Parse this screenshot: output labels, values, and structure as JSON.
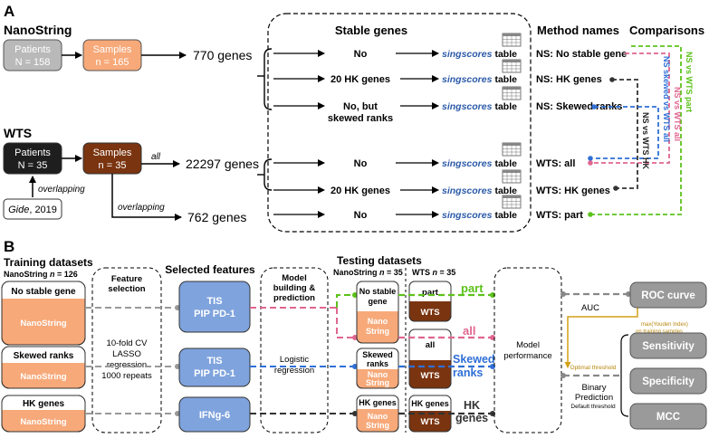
{
  "panel_a": {
    "label": "A",
    "nanostring": {
      "title": "NanoString",
      "patients_line1": "Patients",
      "patients_line2": "N = 158",
      "samples_line1": "Samples",
      "samples_line2": "n = 165",
      "genes": "770 genes"
    },
    "wts": {
      "title": "WTS",
      "patients_line1": "Patients",
      "patients_line2": "N = 35",
      "samples_line1": "Samples",
      "samples_line2": "n = 35",
      "all_label": "all",
      "genes_all": "22297 genes",
      "overlapping_label": "overlapping",
      "genes_overlap": "762 genes",
      "overlapping_label_2": "overlapping",
      "gide_name": "Gide",
      "gide_year": ", 2019"
    },
    "stable_genes": {
      "title": "Stable genes",
      "options": [
        "No",
        "20 HK genes",
        "No, but",
        "skewed ranks",
        "No",
        "20 HK genes",
        "No"
      ],
      "singscores": "singscores",
      "table": "table"
    },
    "method_names": {
      "title": "Method names",
      "items": [
        "NS: No stable gene",
        "NS: HK genes",
        "NS: Skewed ranks",
        "WTS: all",
        "WTS: HK genes",
        "WTS: part"
      ]
    },
    "comparisons": {
      "title": "Comparisons",
      "items": [
        "NS vs WTS HK",
        "NS skewed vs WTS all",
        "NS vs WTS all",
        "NS vs WTS part"
      ],
      "colors": [
        "#222222",
        "#2f6fd6",
        "#e0668f",
        "#5cc21a"
      ]
    }
  },
  "panel_b": {
    "label": "B",
    "training": {
      "title": "Training datasets",
      "subtitle_prefix": "NanoString ",
      "subtitle_n": "n",
      "subtitle_value": " = 126",
      "boxes": [
        {
          "name": "No stable gene",
          "sub": "NanoString"
        },
        {
          "name": "Skewed ranks",
          "sub": "NanoString"
        },
        {
          "name": "HK genes",
          "sub": "NanoString"
        }
      ]
    },
    "feature_selection": {
      "title_line1": "Feature",
      "title_line2": "selection",
      "desc_line1": "10-fold CV",
      "desc_line2": "LASSO",
      "desc_line3": "regression",
      "desc_line4": "1000 repeats"
    },
    "selected_features": {
      "title": "Selected features",
      "items": [
        {
          "line1": "TIS",
          "line2": "PIP PD-1"
        },
        {
          "line1": "TIS",
          "line2": "PIP PD-1"
        },
        {
          "line1": "IFNg-6",
          "line2": ""
        }
      ]
    },
    "model": {
      "title_line1": "Model",
      "title_line2": "building &",
      "title_line3": "prediction",
      "desc_line1": "Logistic",
      "desc_line2": "regression"
    },
    "testing": {
      "title": "Testing datasets",
      "ns_prefix": "NanoString ",
      "ns_n": "n",
      "ns_value": " = 35",
      "wts_prefix": "WTS ",
      "wts_n": "n",
      "wts_value": " = 35",
      "ns_boxes": [
        {
          "line1": "No stable",
          "line2": "gene",
          "sub": "Nano",
          "sub2": "String"
        },
        {
          "line1": "Skewed",
          "line2": "ranks",
          "sub": "Nano",
          "sub2": "String"
        },
        {
          "line1": "HK genes",
          "line2": "",
          "sub": "Nano",
          "sub2": "String"
        }
      ],
      "wts_boxes": [
        {
          "top": "part",
          "sub": "WTS"
        },
        {
          "top": "all",
          "sub": "WTS"
        },
        {
          "top": "HK genes",
          "sub": "WTS"
        }
      ],
      "labels": {
        "part": "part",
        "all": "all",
        "skewed_line1": "Skewed",
        "skewed_line2": "ranks",
        "hk_line1": "HK",
        "hk_line2": "genes"
      }
    },
    "performance": {
      "line1": "Model",
      "line2": "performance",
      "auc": "AUC",
      "binary_line1": "Binary",
      "binary_line2": "Prediction",
      "optimal": "Optimal threshold",
      "default": "Default threshold",
      "youden_line1": "max(Youden Index)",
      "youden_line2": "on training samples"
    },
    "outputs": [
      "ROC curve",
      "Sensitivity",
      "Specificity",
      "MCC"
    ]
  },
  "colors": {
    "nanostring_gray": "#b9b9b9",
    "nano_orange": "#f7a979",
    "wts_black": "#1e1e1e",
    "wts_brown": "#7a3410",
    "feature_blue": "#7fa3dd",
    "singscores_blue": "#2b5aa8",
    "pink": "#e0668f",
    "blue": "#2f6fd6",
    "green": "#5cc21a",
    "dark": "#333333",
    "gold": "#d4a017",
    "output_gray": "#9a9a9a"
  }
}
